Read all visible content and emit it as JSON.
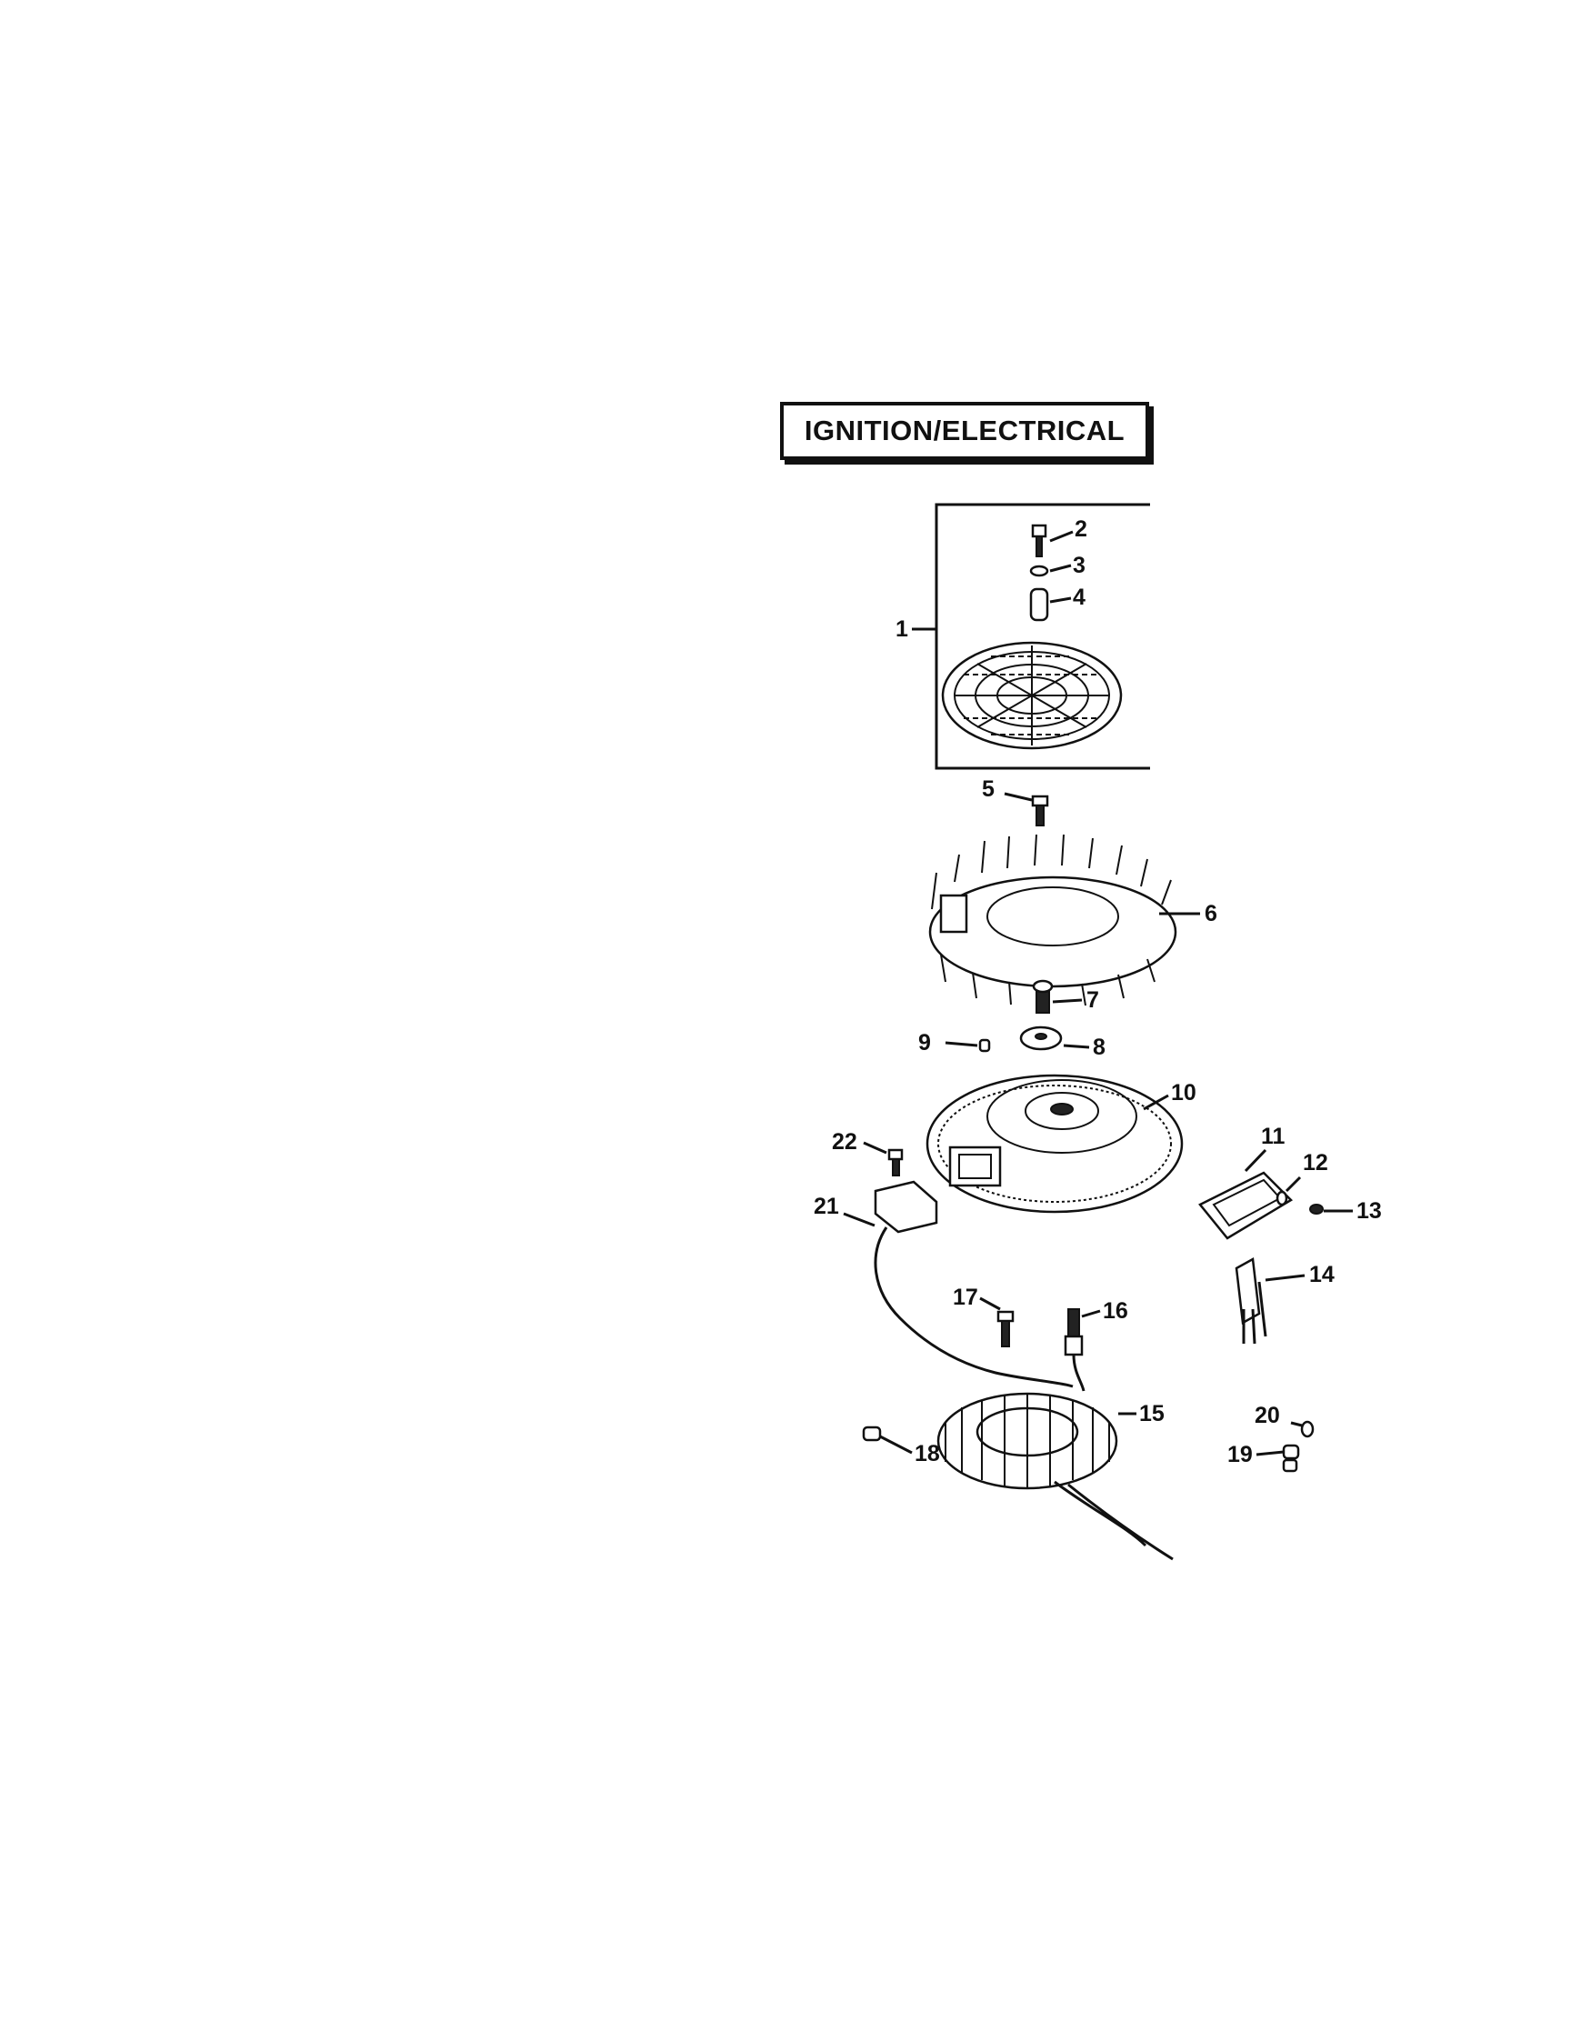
{
  "section_title": "IGNITION/ELECTRICAL",
  "callouts": {
    "c1": "1",
    "c2": "2",
    "c3": "3",
    "c4": "4",
    "c5": "5",
    "c6": "6",
    "c7": "7",
    "c8": "8",
    "c9": "9",
    "c10": "10",
    "c11": "11",
    "c12": "12",
    "c13": "13",
    "c14": "14",
    "c15": "15",
    "c16": "16",
    "c17": "17",
    "c18": "18",
    "c19": "19",
    "c20": "20",
    "c21": "21",
    "c22": "22"
  }
}
